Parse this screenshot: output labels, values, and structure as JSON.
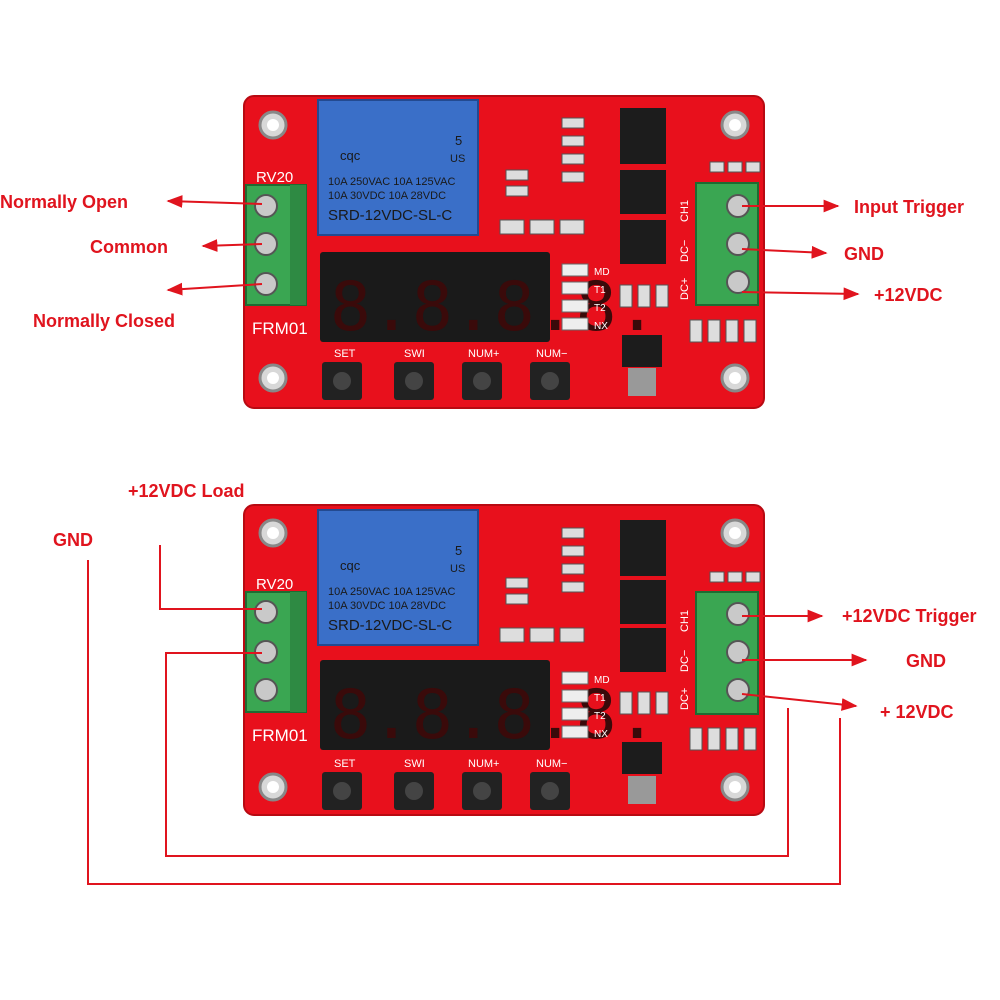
{
  "colors": {
    "pcb": "#e8101c",
    "pcb_dark": "#b80a12",
    "relay": "#3a6fc8",
    "terminal": "#3aa652",
    "display": "#1a1a1a",
    "segment": "#3a0a0a",
    "label": "#e0141e",
    "wire": "#e0141e"
  },
  "board": {
    "model": "FRM01",
    "pot_label": "RV20",
    "relay": {
      "brand": "cqc",
      "ul_num": "5",
      "ul_us": "US",
      "rating_1": "10A 250VAC  10A 125VAC",
      "rating_2": "10A  30VDC  10A 28VDC",
      "model": "SRD-12VDC-SL-C"
    },
    "display_text": "8.8.8.8.",
    "led_labels": [
      "MD",
      "T1",
      "T2",
      "NX"
    ],
    "buttons": [
      "SET",
      "SWI",
      "NUM+",
      "NUM−"
    ],
    "left_terminal_labels": [
      "NO",
      "COM",
      "NC"
    ],
    "right_terminal_labels": [
      "CH1",
      "DC−",
      "DC+"
    ]
  },
  "top_labels": {
    "normally_open": "Normally Open",
    "common": "Common",
    "normally_closed": "Normally Closed",
    "input_trigger": "Input Trigger",
    "gnd": "GND",
    "plus_12vdc": "+12VDC"
  },
  "bottom_labels": {
    "load": "+12VDC Load",
    "gnd_left": "GND",
    "trigger": "+12VDC Trigger",
    "gnd_right": "GND",
    "plus_12vdc": "+ 12VDC"
  }
}
